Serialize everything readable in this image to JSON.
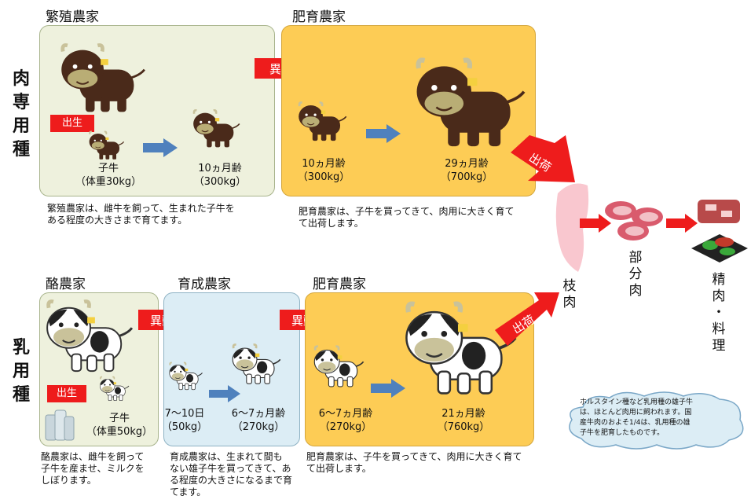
{
  "beef": {
    "side_label": [
      "肉",
      "専",
      "用",
      "種"
    ],
    "breeding_farm": {
      "title": "繁殖農家",
      "birth_badge": "出生",
      "calf_label": "子牛",
      "calf_weight": "（体重30kg）",
      "age_label": "10ヵ月齢",
      "age_weight": "（300kg）",
      "description": [
        "繁殖農家は、雌牛を飼って、生まれた子牛を",
        "ある程度の大きさまで育てます。"
      ]
    },
    "move_arrow": "異動",
    "fattening_farm": {
      "title": "肥育農家",
      "start_age": "10ヵ月齢",
      "start_weight": "（300kg）",
      "end_age": "29ヵ月齢",
      "end_weight": "（700kg）",
      "description": [
        "肥育農家は、子牛を買ってきて、肉用に大きく育て",
        "て出荷します。"
      ]
    },
    "ship_arrow": "出荷"
  },
  "dairy": {
    "side_label": [
      "乳",
      "用",
      "種"
    ],
    "dairy_farm": {
      "title": "酪農家",
      "birth_badge": "出生",
      "calf_label": "子牛",
      "calf_weight": "（体重50kg）",
      "description": [
        "酪農家は、雌牛を飼って",
        "子牛を産ませ、ミルクを",
        "しぼります。"
      ]
    },
    "move_arrow_1": "異動",
    "rearing_farm": {
      "title": "育成農家",
      "start_age": "7～10日",
      "start_weight": "（50kg）",
      "end_age": "6～7ヵ月齢",
      "end_weight": "（270kg）",
      "description": [
        "育成農家は、生まれて間も",
        "ない雄子牛を買ってきて、あ",
        "る程度の大きさになるまで育",
        "てます。"
      ]
    },
    "move_arrow_2": "異動",
    "fattening_farm": {
      "title": "肥育農家",
      "start_age": "6～7ヵ月齢",
      "start_weight": "（270kg）",
      "end_age": "21ヵ月齢",
      "end_weight": "（760kg）",
      "description": [
        "肥育農家は、子牛を買ってきて、肉用に大きく育て",
        "て出荷します。"
      ]
    },
    "ship_arrow": "出荷"
  },
  "products": {
    "carcass": [
      "枝",
      "肉"
    ],
    "cuts": [
      "部",
      "分",
      "肉"
    ],
    "retail": [
      "精",
      "肉",
      "・",
      "料",
      "理"
    ]
  },
  "note_cloud": [
    "ホルスタイン種など乳用種の雄子牛",
    "は、ほとんど肉用に飼われます。国",
    "産牛肉のおよそ1/4は、乳用種の雄",
    "子牛を肥育したものです。"
  ],
  "colors": {
    "red_arrow": "#ee1c1c",
    "blue_arrow": "#4f81bd",
    "green_panel": "#eef1dd",
    "orange_panel": "#fdcc55",
    "blue_panel": "#dcedf5",
    "carcass": "#f9c7cf"
  }
}
